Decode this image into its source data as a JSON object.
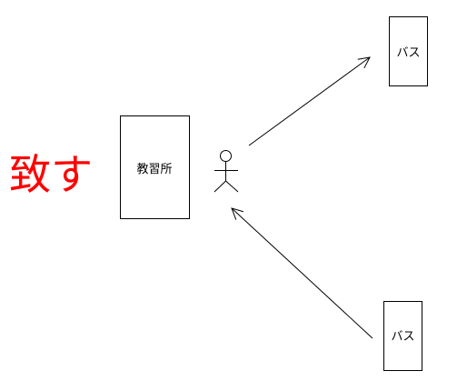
{
  "red_text": "致す",
  "school_label": "教習所",
  "bus_top_label": "バス",
  "bus_bottom_label": "バス",
  "colors": {
    "red_text": "#ff0000",
    "stroke": "#000000",
    "background": "#ffffff"
  }
}
